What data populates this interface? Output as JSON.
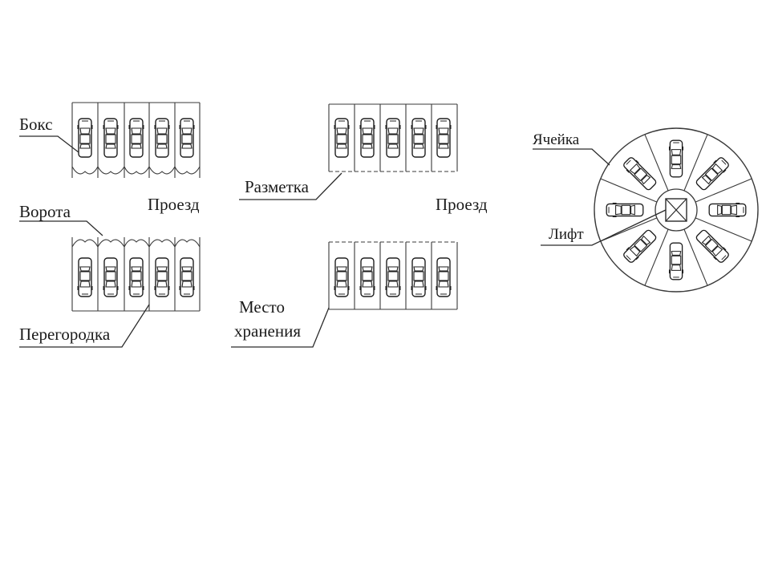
{
  "diagrams": {
    "boxes": {
      "label_box": "Бокс",
      "label_gate": "Ворота",
      "label_partition": "Перегородка",
      "label_driveway": "Проезд"
    },
    "marked": {
      "label_marking": "Разметка",
      "label_storage_line1": "Место",
      "label_storage_line2": "хранения",
      "label_driveway": "Проезд"
    },
    "rotary": {
      "label_cell": "Ячейка",
      "label_lift": "Лифт"
    }
  },
  "icons": {
    "car": "car-top-view-icon",
    "lift": "lift-cross-icon"
  },
  "colors": {
    "line": "#2b2b2b",
    "text": "#1a1a1a",
    "background": "#ffffff"
  }
}
